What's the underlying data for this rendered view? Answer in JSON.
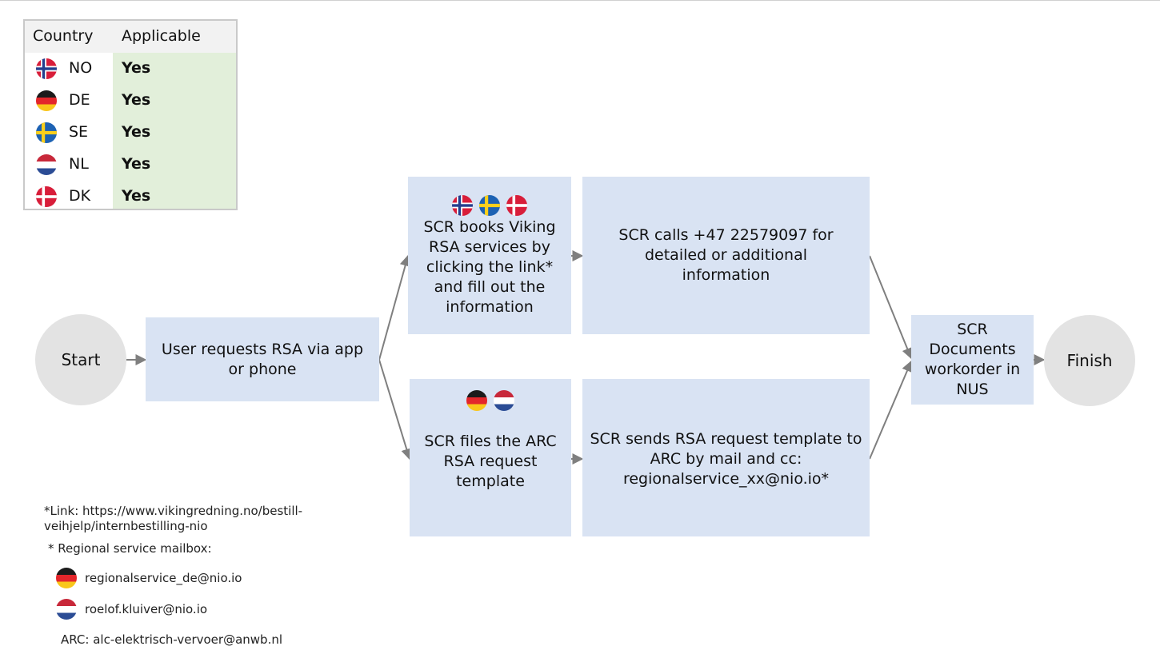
{
  "table": {
    "headers": [
      "Country",
      "Applicable"
    ],
    "rows": [
      {
        "flag": "norway-flag-icon",
        "code": "NO",
        "applicable": "Yes"
      },
      {
        "flag": "germany-flag-icon",
        "code": "DE",
        "applicable": "Yes"
      },
      {
        "flag": "sweden-flag-icon",
        "code": "SE",
        "applicable": "Yes"
      },
      {
        "flag": "netherlands-flag-icon",
        "code": "NL",
        "applicable": "Yes"
      },
      {
        "flag": "denmark-flag-icon",
        "code": "DK",
        "applicable": "Yes"
      }
    ]
  },
  "flow": {
    "start": "Start",
    "request": "User requests RSA via app or phone",
    "upper_book": "SCR books Viking RSA services by clicking the link* and fill out the information",
    "upper_call": "SCR calls +47 22579097 for detailed or additional information",
    "lower_file": "SCR files the ARC RSA request template",
    "lower_send": "SCR sends RSA request template to ARC by mail and cc: regionalservice_xx@nio.io*",
    "document": "SCR Documents workorder in NUS",
    "finish": "Finish"
  },
  "notes": {
    "link": "*Link: https://www.vikingredning.no/bestill-veihjelp/internbestilling-nio",
    "mailbox_title": "* Regional service mailbox:",
    "mailboxes": [
      {
        "flag": "germany-flag-icon",
        "email": "regionalservice_de@nio.io"
      },
      {
        "flag": "netherlands-flag-icon",
        "email": "roelof.kluiver@nio.io"
      }
    ],
    "arc": "ARC: alc-elektrisch-vervoer@anwb.nl"
  },
  "colors": {
    "box_fill": "#d9e3f3",
    "circle_fill": "#e3e3e3",
    "applicable_fill": "#e2efda",
    "arrow": "#7f7f7f"
  }
}
